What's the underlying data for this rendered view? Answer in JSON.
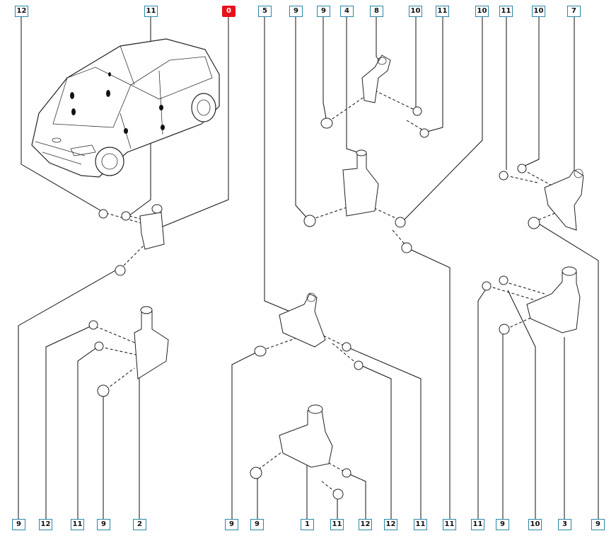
{
  "colors": {
    "callout_border": "#2a87a6",
    "highlight": "#e8111b",
    "line": "#111111"
  },
  "highlighted_callout": "0",
  "top_callouts": [
    "12",
    "11",
    "0",
    "5",
    "9",
    "9",
    "4",
    "8",
    "10",
    "11",
    "10",
    "11",
    "10",
    "7"
  ],
  "bottom_callouts": [
    "9",
    "12",
    "11",
    "9",
    "2",
    "9",
    "9",
    "1",
    "11",
    "12",
    "12",
    "11",
    "11",
    "11",
    "9",
    "10",
    "3",
    "9"
  ]
}
